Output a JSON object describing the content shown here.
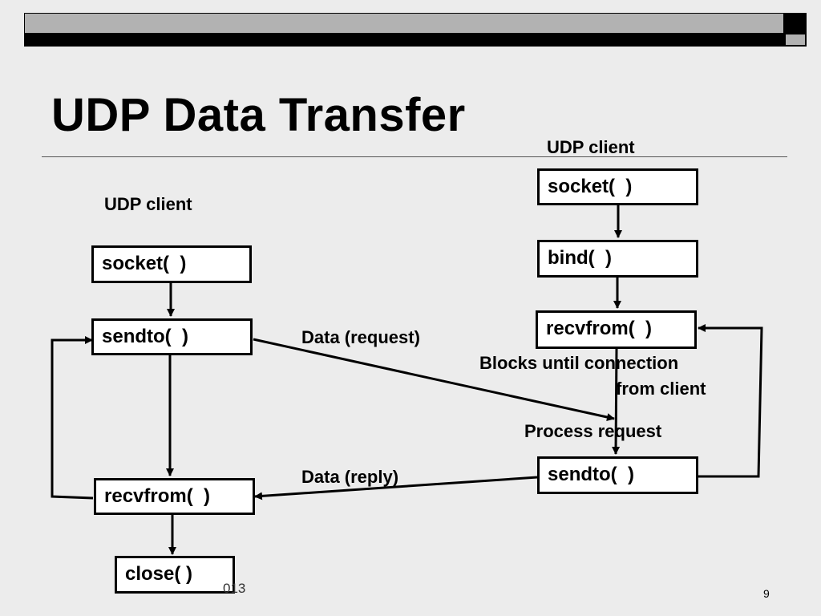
{
  "slide": {
    "title": "UDP Data Transfer",
    "page_number": "9",
    "footer_year_fragment": "013"
  },
  "left_client": {
    "heading": "UDP client",
    "socket": "socket(  )",
    "sendto": "sendto(  )",
    "recvfrom": "recvfrom(  )",
    "close": "close( )"
  },
  "right_client": {
    "heading": "UDP client",
    "socket": "socket(  )",
    "bind": "bind(  )",
    "recvfrom": "recvfrom(  )",
    "sendto": "sendto(  )"
  },
  "annotations": {
    "data_request": "Data (request)",
    "data_reply": "Data (reply)",
    "blocks_until": "Blocks until connection",
    "from_client": "from client",
    "process_request": "Process request"
  }
}
